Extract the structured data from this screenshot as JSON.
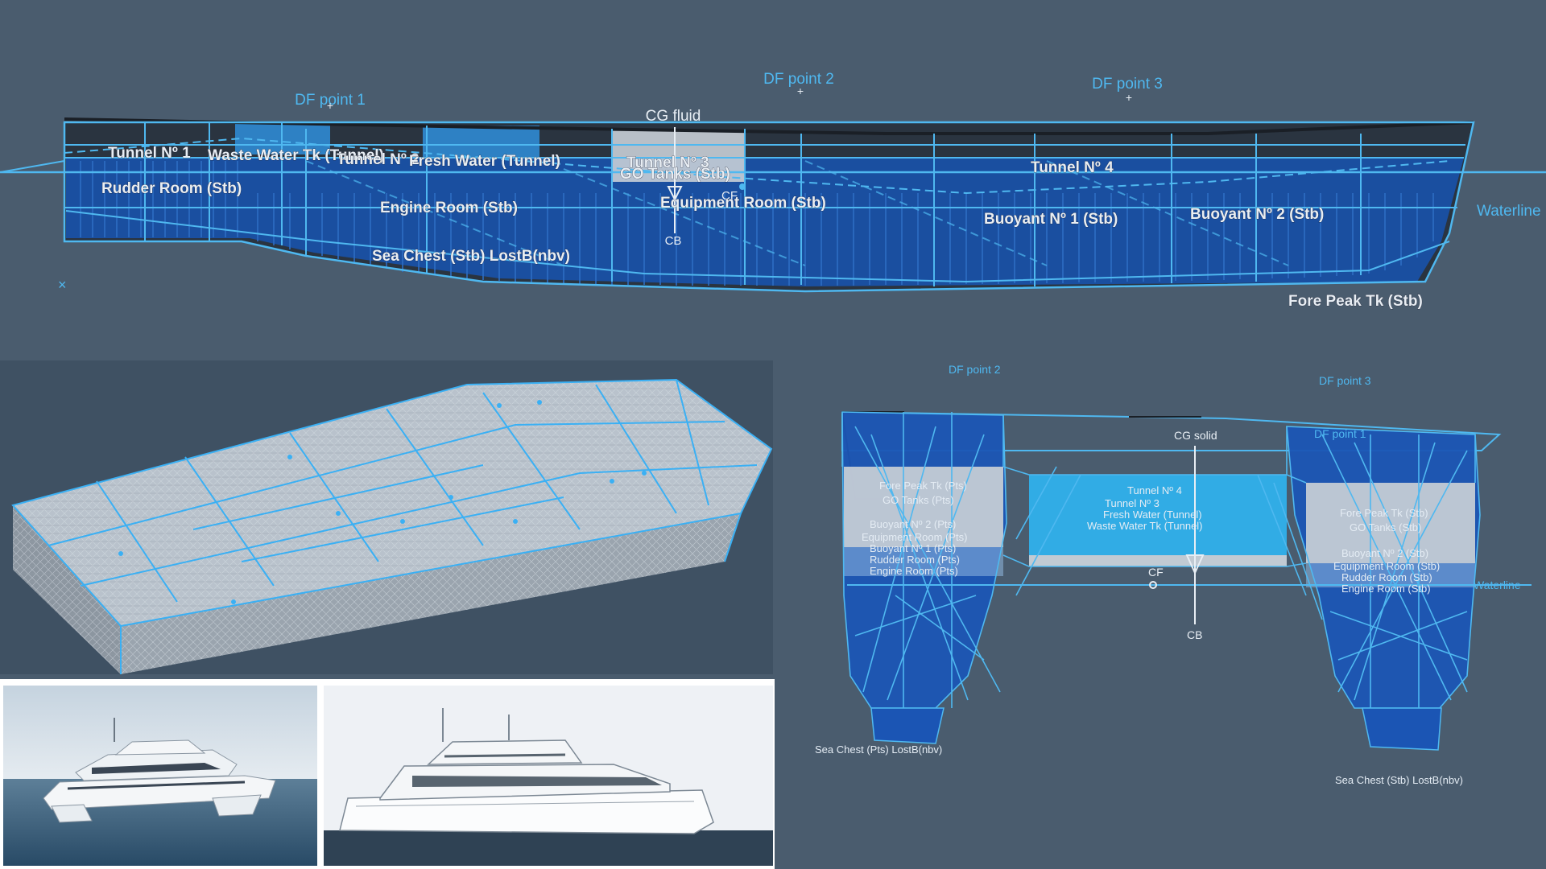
{
  "top_view": {
    "df_points": [
      "DF point 1",
      "DF point 2",
      "DF point 3"
    ],
    "cg_label": "CG fluid",
    "cb_label": "CB",
    "cf_label": "CF",
    "waterline_label": "Waterline",
    "compartments": [
      "Tunnel Nº 1",
      "Waste Water Tk (Tunnel)",
      "Tunnel Nº 2",
      "Fresh Water (Tunnel)",
      "Tunnel Nº 3",
      "Rudder Room (Stb)",
      "Engine Room (Stb)",
      "Sea Chest (Stb) LostB(nbv)",
      "GO Tanks (Stb)",
      "Equipment Room (Stb)",
      "Tunnel Nº 4",
      "Buoyant Nº 1 (Stb)",
      "Buoyant Nº 2 (Stb)",
      "Fore Peak Tk (Stb)"
    ]
  },
  "section_view": {
    "df_points": [
      "DF point 2",
      "DF point 3",
      "DF point 1"
    ],
    "cg_label": "CG solid",
    "cf_label": "CF",
    "cb_label": "CB",
    "waterline_label": "Waterline",
    "port_labels": [
      "Fore Peak Tk (Pts)",
      "GO Tanks (Pts)",
      "Buoyant Nº 2 (Pts)",
      "Equipment Room (Pts)",
      "Buoyant Nº 1 (Pts)",
      "Rudder Room (Pts)",
      "Engine Room (Pts)"
    ],
    "center_labels": [
      "Tunnel Nº 4",
      "Tunnel Nº 3",
      "Fresh Water (Tunnel)",
      "Waste Water Tk (Tunnel)"
    ],
    "stb_labels": [
      "Fore Peak Tk (Stb)",
      "GO Tanks (Stb)",
      "Buoyant Nº 2 (Stb)",
      "Equipment Room (Stb)",
      "Rudder Room (Stb)",
      "Engine Room (Stb)"
    ],
    "sea_chest_port": "Sea Chest (Pts) LostB(nbv)",
    "sea_chest_stb": "Sea Chest (Stb) LostB(nbv)"
  },
  "colors": {
    "background": "#4a5c6e",
    "wire": "#4fb8f0",
    "fill_dark": "#1a4fa0",
    "fill_light": "#2fa8ee"
  }
}
